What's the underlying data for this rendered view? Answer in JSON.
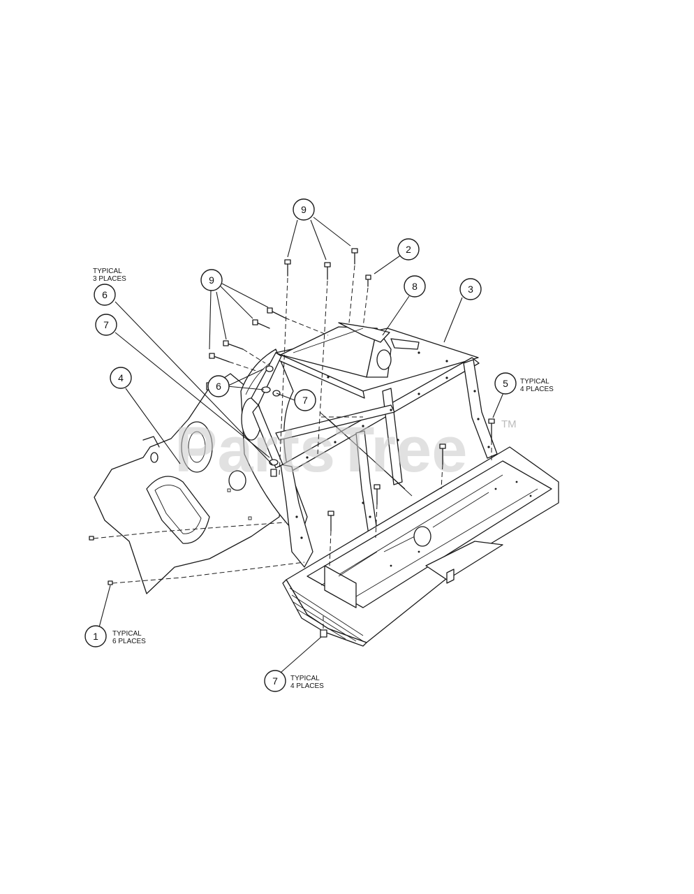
{
  "callouts": {
    "c1": "1",
    "c2": "2",
    "c3": "3",
    "c4": "4",
    "c5": "5",
    "c6a": "6",
    "c6b": "6",
    "c7a": "7",
    "c7b": "7",
    "c7c": "7",
    "c8": "8",
    "c9a": "9",
    "c9b": "9"
  },
  "notes": {
    "n1_line1": "TYPICAL",
    "n1_line2": "6 PLACES",
    "n5_line1": "TYPICAL",
    "n5_line2": "4 PLACES",
    "n6_line1": "TYPICAL",
    "n6_line2": "3 PLACES",
    "n7_line1": "TYPICAL",
    "n7_line2": "4 PLACES"
  },
  "watermark": {
    "text": "PartsTree",
    "tm": "TM"
  }
}
